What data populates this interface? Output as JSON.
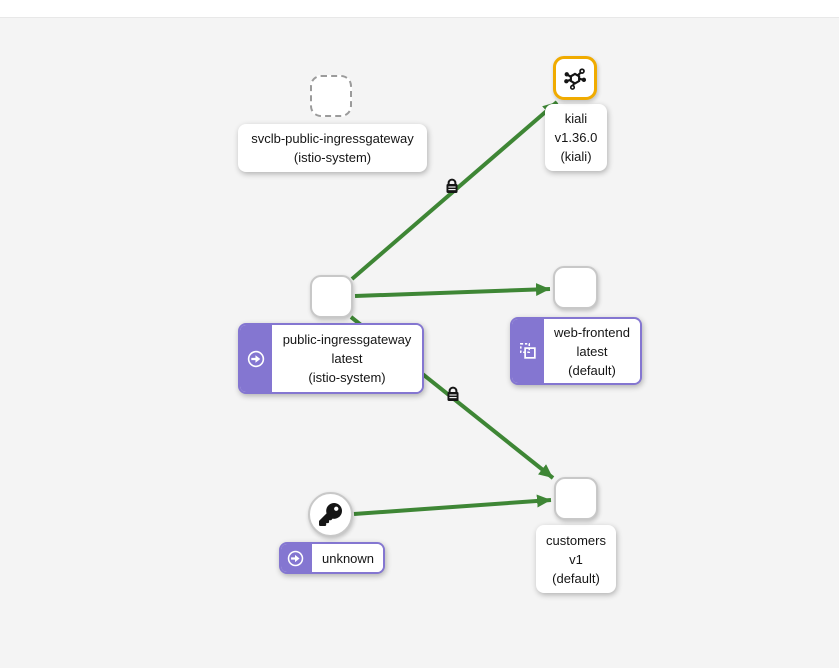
{
  "colors": {
    "background": "#f4f4f4",
    "topbar": "#ffffff",
    "edge_green": "#3e8635",
    "node_border_gray": "#c8c8c8",
    "kiali_node_border_orange": "#f0ab00",
    "badge_purple": "#8476d1",
    "label_text": "#151515",
    "lock_black": "#151515"
  },
  "nodes": {
    "svclb": {
      "shape": "dashed-box",
      "lines": [
        "svclb-public-ingressgateway",
        "(istio-system)"
      ]
    },
    "kiali": {
      "shape": "box",
      "icon": "topology-icon",
      "lines": [
        "kiali",
        "v1.36.0",
        "(kiali)"
      ]
    },
    "ingressgateway": {
      "shape": "box",
      "badge": "arrow-circle-right-icon",
      "lines": [
        "public-ingressgateway",
        "latest",
        "(istio-system)"
      ]
    },
    "web_frontend": {
      "shape": "box",
      "badge": "mirroring-icon",
      "lines": [
        "web-frontend",
        "latest",
        "(default)"
      ]
    },
    "unknown": {
      "shape": "circle",
      "icon": "key-icon",
      "badge": "arrow-circle-right-icon",
      "lines": [
        "unknown"
      ]
    },
    "customers": {
      "shape": "box",
      "lines": [
        "customers",
        "v1",
        "(default)"
      ]
    }
  },
  "edges": [
    {
      "from": "public-ingressgateway",
      "to": "kiali",
      "status": "healthy",
      "mtls_lock": true
    },
    {
      "from": "public-ingressgateway",
      "to": "web-frontend",
      "status": "healthy",
      "mtls_lock": false
    },
    {
      "from": "public-ingressgateway",
      "to": "customers",
      "status": "healthy",
      "mtls_lock": true
    },
    {
      "from": "unknown",
      "to": "customers",
      "status": "healthy",
      "mtls_lock": false
    }
  ]
}
